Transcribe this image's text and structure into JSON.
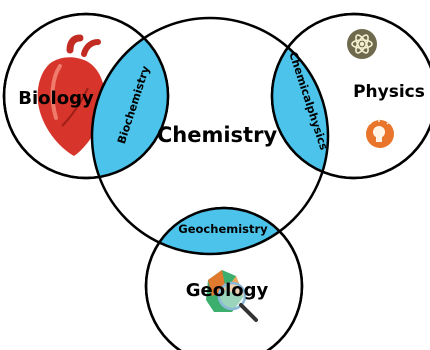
{
  "diagram": {
    "center": {
      "label": "Chemistry"
    },
    "satellites": [
      {
        "label": "Biology",
        "overlap_label": "Biochemistry",
        "icon": "heart-icon"
      },
      {
        "label": "Physics",
        "overlap_label": "Chemicalphysics",
        "icon": "atom-icon"
      },
      {
        "label": "Geology",
        "overlap_label": "Geochemistry",
        "icon": "magnifier-rock-icon"
      }
    ],
    "extra_icons": [
      "lightbulb-gear-icon"
    ],
    "colors": {
      "overlap": "#4cc3ea",
      "outline": "#000000",
      "heart": "#d7352b",
      "atom_bg": "#6f6a4e",
      "bulb_bg": "#e8752a",
      "rock_green": "#3cae6e",
      "rock_orange": "#e07a2f"
    }
  }
}
